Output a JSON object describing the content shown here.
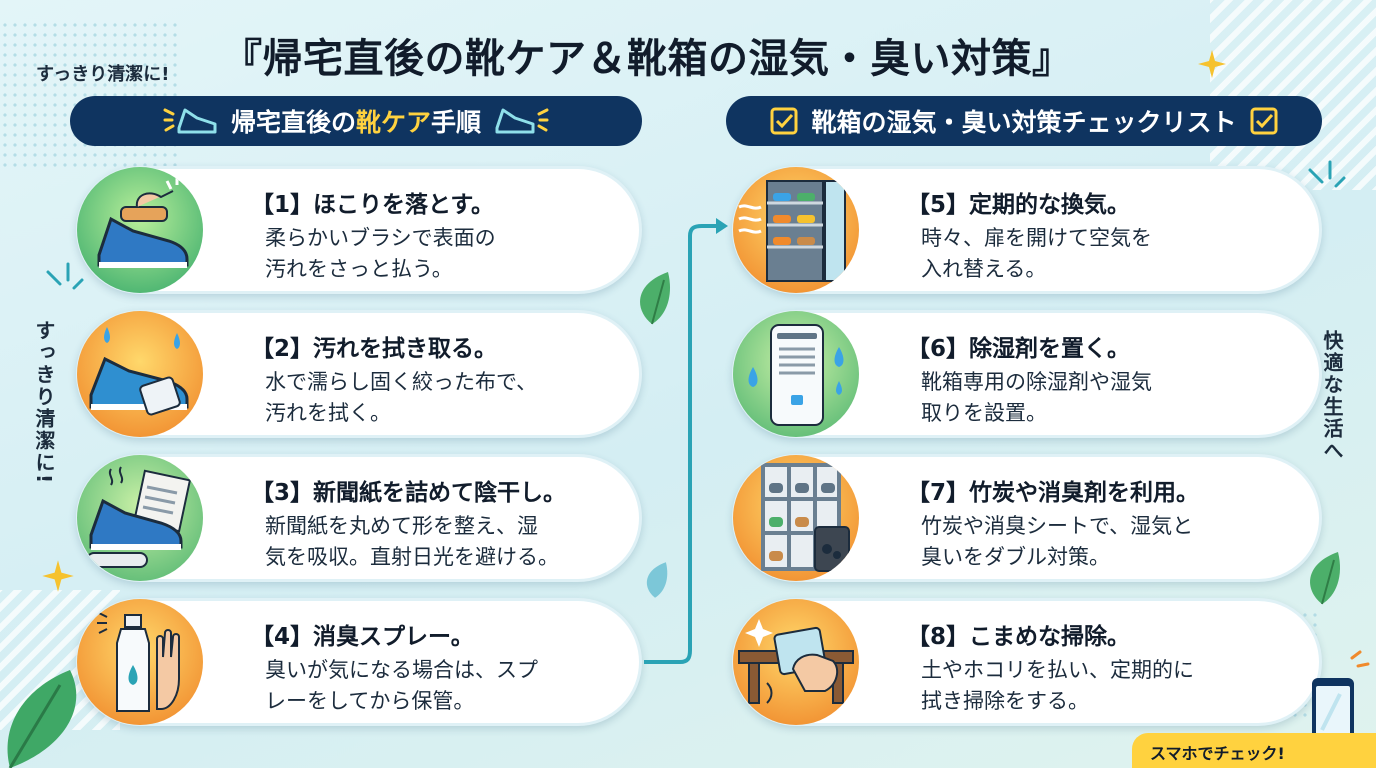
{
  "tagline": "すっきり清潔に!",
  "title": "『帰宅直後の靴ケア＆靴箱の湿気・臭い対策』",
  "left_vertical": "すっきり清潔に!",
  "right_vertical": "快適な生活へ",
  "left_header": {
    "part1": "帰宅直後の",
    "highlight": "靴ケア",
    "part2": "手順"
  },
  "right_header": {
    "label": "靴箱の湿気・臭い対策チェックリスト"
  },
  "steps": [
    {
      "title": "【1】ほこりを落とす。",
      "body": [
        "柔らかいブラシで表面の",
        "汚れをさっと払う。"
      ],
      "icon": "brush-shoe-icon"
    },
    {
      "title": "【2】汚れを拭き取る。",
      "body": [
        "水で濡らし固く絞った布で、",
        "汚れを拭く。"
      ],
      "icon": "wipe-shoe-icon"
    },
    {
      "title": "【3】新聞紙を詰めて陰干し。",
      "body": [
        "新聞紙を丸めて形を整え、湿",
        "気を吸収。直射日光を避ける。"
      ],
      "icon": "newspaper-shoe-icon"
    },
    {
      "title": "【4】消臭スプレー。",
      "body": [
        "臭いが気になる場合は、スプ",
        "レーをしてから保管。"
      ],
      "icon": "spray-bottle-icon"
    }
  ],
  "checklist": [
    {
      "title": "【5】定期的な換気。",
      "body": [
        "時々、扉を開けて空気を",
        "入れ替える。"
      ],
      "icon": "shoe-cabinet-icon"
    },
    {
      "title": "【6】除湿剤を置く。",
      "body": [
        "靴箱専用の除湿剤や湿気",
        "取りを設置。"
      ],
      "icon": "dehumidifier-icon"
    },
    {
      "title": "【7】竹炭や消臭剤を利用。",
      "body": [
        "竹炭や消臭シートで、湿気と",
        "臭いをダブル対策。"
      ],
      "icon": "charcoal-shelf-icon"
    },
    {
      "title": "【8】こまめな掃除。",
      "body": [
        "土やホコリを払い、定期的に",
        "拭き掃除をする。"
      ],
      "icon": "cleaning-cloth-icon"
    }
  ],
  "phone_badge": "スマホでチェック!",
  "colors": {
    "navy": "#0f3460",
    "yellow": "#ffd23f",
    "teal": "#2aa3b5"
  }
}
